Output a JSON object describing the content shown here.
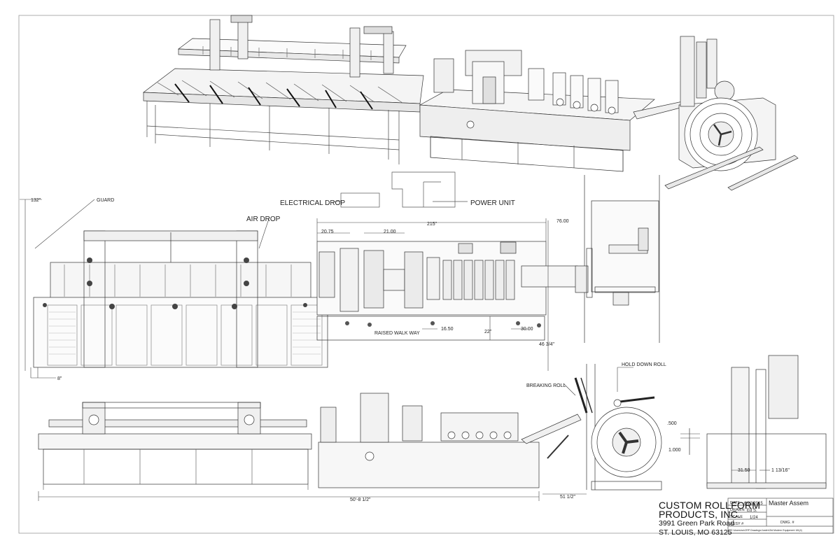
{
  "labels": {
    "guard": "GUARD",
    "air_drop": "AIR DROP",
    "electrical_drop": "ELECTRICAL DROP",
    "power_unit": "POWER UNIT",
    "raised_walk_way": "RAISED WALK WAY",
    "breaking_roll": "BREAKING ROLL",
    "hold_down_roll": "HOLD DOWN ROLL"
  },
  "dimensions": {
    "d132": "132\"",
    "d8": "8\"",
    "d2075": "20.75",
    "d2100": "21.00",
    "d215": "215\"",
    "d7600": "76.00",
    "d1650": "16.50",
    "d22": "22\"",
    "d3000": "30.00",
    "d46": "46 3/4\"",
    "d50": "50'-8 1/2\"",
    "d51": "51 1/2\"",
    "d500": ".500",
    "d1000": "1.000",
    "d3150": "31.50",
    "d113": "1 13/16\""
  },
  "title_block": {
    "company_line1": "CUSTOM ROLLFORM",
    "company_line2": "PRODUCTS, INC.",
    "address_line1": "3991 Green Park Road",
    "address_line2": "ST. LOUIS, MO 63125",
    "date_label": "DATE",
    "date_value": "6/22/2015",
    "drawn_label": "DRAWN",
    "drawn_value": "Ed S.",
    "scale_label": "SCALE",
    "scale_value": "1/24",
    "assy_label": "ASSY #",
    "title": "Master Assem",
    "dwg_label": "DWG. #",
    "file_path": "C:\\Users\\ss\\CRP Drawings\\Justin\\Old Modern Equipment 16\\(4)"
  }
}
